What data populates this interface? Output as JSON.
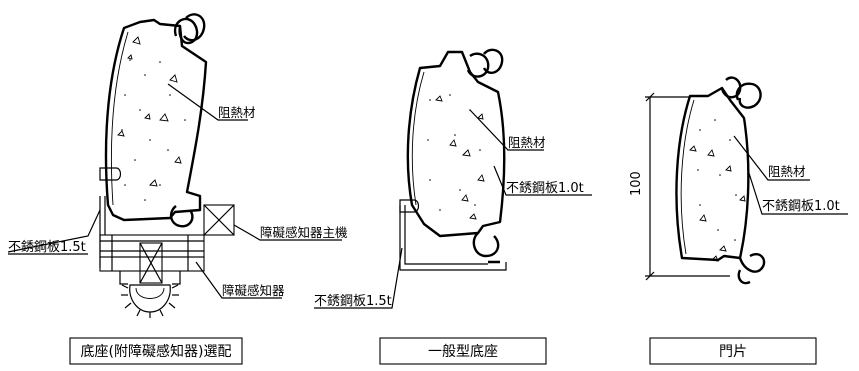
{
  "figure1": {
    "label_insulation": "阻熱材",
    "label_steel": "不銹鋼板1.5t",
    "label_sensor_main": "障礙感知器主機",
    "label_sensor": "障礙感知器",
    "caption": "底座(附障礙感知器)選配"
  },
  "figure2": {
    "label_insulation": "阻熱材",
    "label_steel_top": "不銹鋼板1.0t",
    "label_steel_bottom": "不銹鋼板1.5t",
    "caption": "一般型底座"
  },
  "figure3": {
    "label_insulation": "阻熱材",
    "label_steel": "不銹鋼板1.0t",
    "dimension": "100",
    "caption": "門片"
  }
}
